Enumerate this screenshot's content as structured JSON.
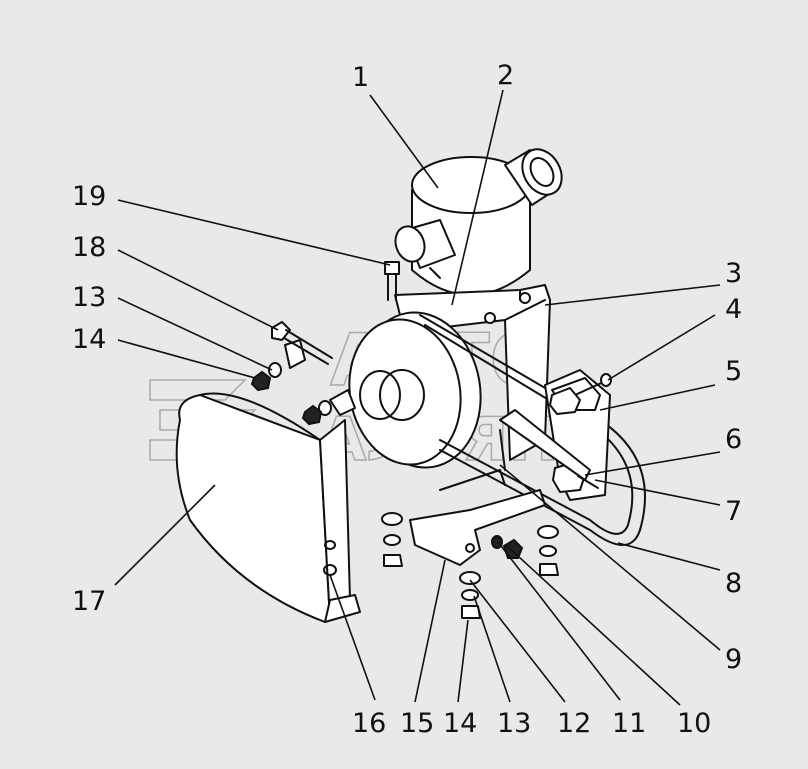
{
  "labels": {
    "l1": "1",
    "l2": "2",
    "l3": "3",
    "l4": "4",
    "l5": "5",
    "l6": "6",
    "l7": "7",
    "l8": "8",
    "l9": "9",
    "l10": "10",
    "l11": "11",
    "l12": "12",
    "l13a": "13",
    "l13b": "13",
    "l14a": "14",
    "l14b": "14",
    "l15": "15",
    "l16": "16",
    "l17": "17",
    "l18": "18",
    "l19": "19"
  },
  "watermark": {
    "line1": "АВТО",
    "line2": "АЛЬЯНС"
  },
  "colors": {
    "background": "#e9e9e9",
    "ink": "#111111",
    "watermark": "#9a9a9a"
  }
}
